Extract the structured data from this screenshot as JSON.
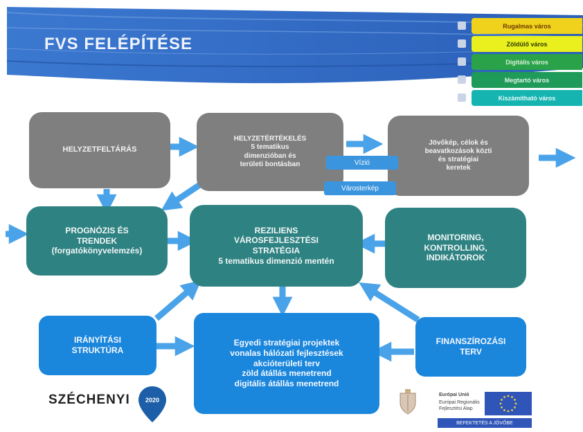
{
  "title": "FVS FELÉPÍTÉSE",
  "theme_tags": [
    {
      "label": "Rugalmas város",
      "bg": "#f0d21c",
      "fg": "#6b3a00"
    },
    {
      "label": "Zöldülő város",
      "bg": "#e9f01e",
      "fg": "#2f3a00"
    },
    {
      "label": "Digitális város",
      "bg": "#2aa24a",
      "fg": "#d7f0d7"
    },
    {
      "label": "Megtartó város",
      "bg": "#1e9a59",
      "fg": "#e3f5e8"
    },
    {
      "label": "Kiszámítható város",
      "bg": "#16b4b0",
      "fg": "#e8fbfa"
    }
  ],
  "grey_boxes": {
    "helyzet": "HELYZETFELTÁRÁS",
    "helyzetertekeles": "HELYZETÉRTÉKELÉS\n5 tematikus\ndimenzióban és\nterületi bontásban",
    "jovokep": "Jövőkép, célok és\nbeavatkozások közti\nés stratégiai\nkeretek"
  },
  "pills": {
    "vizio": "Vízió",
    "varosterkep": "Városterkép"
  },
  "teal_boxes": {
    "prognozis": "PROGNÓZIS ÉS\nTRENDEK\n(forgatókönyvelemzés)",
    "strategia": "REZILIENS\nVÁROSFEJLESZTÉSI\nSTRATÉGIA\n5 tematikus dimenzió mentén",
    "monitoring": "MONITORING,\nKONTROLLING,\nINDIKÁTOROK"
  },
  "blue_boxes": {
    "iranyitasi": "IRÁNYÍTÁSI\nSTRUKTÚRA",
    "egyedi": "Egyedi stratégiai projektek\nvonalas hálózati fejlesztések\nakcióterületi terv\nzöld átállás menetrend\ndigitális átállás menetrend",
    "finanszirozasi": "FINANSZÍROZÁSI\nTERV"
  },
  "logo": {
    "szechenyi": "SZÉCHENYI",
    "szechenyi_suffix": "2020"
  },
  "eu_block": {
    "line1": "Európai Unió",
    "line2": "Európai Regionális",
    "line3": "Fejlesztési Alap",
    "bar": "BEFEKTETÉS A JÖVŐBE"
  },
  "colors": {
    "banner": "#2a67c4",
    "grey": "#7f7f7f",
    "teal": "#2f8282",
    "blue": "#1a86dc",
    "arrow": "#4aa3e8"
  }
}
